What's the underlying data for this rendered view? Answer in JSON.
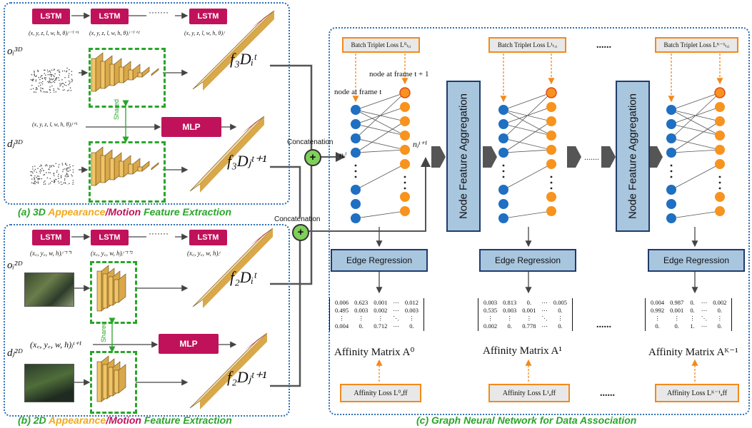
{
  "panels": {
    "a_caption": {
      "prefix": "(a) 3D ",
      "appearance": "Appearance",
      "slash": "/",
      "motion": "Motion",
      "suffix": " Feature Extraction"
    },
    "b_caption": {
      "prefix": "(b) 2D ",
      "appearance": "Appearance",
      "slash": "/",
      "motion": "Motion",
      "suffix": " Feature Extraction"
    },
    "c_caption": "(c) Graph Neural Network for Data Association"
  },
  "labels": {
    "lstm": "LSTM",
    "mlp": "MLP",
    "dots": "·······",
    "shared": "Shared",
    "concatenation": "Concatenation",
    "node_feature_aggregation": "Node Feature Aggregation",
    "edge_regression": "Edge Regression",
    "node_at_frame_t": "node at frame t",
    "node_at_frame_t1": "node at frame t + 1",
    "ellipsis": "......",
    "plus": "+"
  },
  "panel_a": {
    "lstm_inputs": [
      "(x, y, z, l, w, h, θ)ᵢᵗ⁻ᵀ⁺¹",
      "(x, y, z, l, w, h, θ)ᵢᵗ⁻ᵀ⁺²",
      "(x, y, z, l, w, h, θ)ᵢᵗ"
    ],
    "mlp_input": "(x, y, z, l, w, h, θ)ⱼᵗ⁺¹",
    "obj_top": "oᵢ³ᴰ",
    "obj_bottom": "dⱼ³ᴰ",
    "feat_top": "f₃Dᵢᵗ",
    "feat_bottom": "f₃Dⱼᵗ⁺¹"
  },
  "panel_b": {
    "lstm_inputs": [
      "(x꜀, y꜀, w, h)ᵢᵗ⁻ᵀ⁺¹",
      "(x꜀, y꜀, w, h)ᵢᵗ⁻ᵀ⁺²",
      "(x꜀, y꜀, w, h)ᵢᵗ"
    ],
    "mlp_input": "(x꜀, y꜀, w, h)ⱼᵗ⁺¹",
    "obj_top": "oᵢ²ᴰ",
    "obj_bottom": "dⱼ²ᴰ",
    "feat_top": "f₂Dᵢᵗ",
    "feat_bottom": "f₂Dⱼᵗ⁺¹"
  },
  "panel_c": {
    "node_i": "nᵢᵗ",
    "node_j": "nⱼᵗ⁺¹",
    "triplet_losses": [
      "Batch Triplet Loss L⁰ₜᵣᵢ",
      "Batch Triplet Loss L¹ₜᵣᵢ",
      "Batch Triplet Loss Lᴷ⁻¹ₜᵣᵢ"
    ],
    "affinity_losses": [
      "Affinity Loss L⁰ₐff",
      "Affinity Loss L¹ₐff",
      "Affinity Loss Lᴷ⁻¹ₐff"
    ],
    "affinity_titles": [
      "Affinity Matrix A⁰",
      "Affinity Matrix A¹",
      "Affinity Matrix Aᴷ⁻¹"
    ],
    "matrices": [
      [
        [
          "0.006",
          "0.623",
          "0.001",
          "⋯",
          "0.012"
        ],
        [
          "0.495",
          "0.003",
          "0.002",
          "⋯",
          "0.003"
        ],
        [
          "⋮",
          "⋮",
          "⋮",
          "⋱",
          "⋮"
        ],
        [
          "0.004",
          "0.",
          "0.712",
          "⋯",
          "0."
        ]
      ],
      [
        [
          "0.003",
          "0.813",
          "0.",
          "⋯",
          "0.005"
        ],
        [
          "0.535",
          "0.003",
          "0.001",
          "⋯",
          "0."
        ],
        [
          "⋮",
          "⋮",
          "⋮",
          "⋱",
          "⋮"
        ],
        [
          "0.002",
          "0.",
          "0.778",
          "⋯",
          "0."
        ]
      ],
      [
        [
          "0.004",
          "0.987",
          "0.",
          "⋯",
          "0.002"
        ],
        [
          "0.992",
          "0.001",
          "0.",
          "⋯",
          "0."
        ],
        [
          "⋮",
          "⋮",
          "⋮",
          "⋱",
          "⋮"
        ],
        [
          "0.",
          "0.",
          "1.",
          "⋯",
          "0."
        ]
      ]
    ]
  },
  "colors": {
    "panel_border": "#2f6fb5",
    "lstm": "#c0125a",
    "shared_green": "#2aa52a",
    "node_blue": "#1f6fc2",
    "node_orange": "#f7931e",
    "edge_box": "#a9c6df",
    "loss_border": "#f28a1c"
  }
}
